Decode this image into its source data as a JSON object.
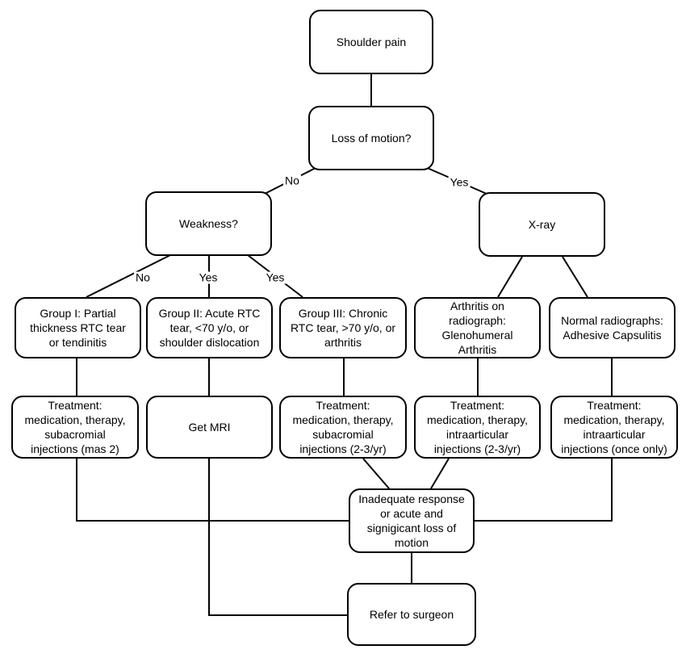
{
  "colors": {
    "line": "#000000",
    "background": "#ffffff",
    "text": "#000000"
  },
  "nodes": {
    "shoulder_pain": {
      "label": "Shoulder pain"
    },
    "loss_of_motion": {
      "label": "Loss of motion?"
    },
    "weakness": {
      "label": "Weakness?"
    },
    "xray": {
      "label": "X-ray"
    },
    "group1": {
      "label": "Group I: Partial\nthickness RTC tear\nor tendinitis"
    },
    "group2": {
      "label": "Group II: Acute RTC\ntear, <70 y/o, or\nshoulder dislocation"
    },
    "group3": {
      "label": "Group III: Chronic\nRTC tear, >70 y/o, or\narthritis"
    },
    "arthritis": {
      "label": "Arthritis on\nradiograph:\nGlenohumeral\nArthritis"
    },
    "normal_radiographs": {
      "label": "Normal radiographs:\nAdhesive Capsulitis"
    },
    "treatment_group1": {
      "label": "Treatment:\nmedication, therapy,\nsubacromial\ninjections (mas 2)"
    },
    "get_mri": {
      "label": "Get MRI"
    },
    "treatment_group3": {
      "label": "Treatment:\nmedication, therapy,\nsubacromial\ninjections (2-3/yr)"
    },
    "treatment_arthritis": {
      "label": "Treatment:\nmedication, therapy,\nintraarticular\ninjections (2-3/yr)"
    },
    "treatment_capsulitis": {
      "label": "Treatment:\nmedication, therapy,\nintraarticular\ninjections (once only)"
    },
    "inadequate_response": {
      "label": "Inadequate response\nor acute and\nsignigicant loss of\nmotion"
    },
    "refer_surgeon": {
      "label": "Refer to surgeon"
    }
  },
  "edge_labels": {
    "loss_no": "No",
    "loss_yes": "Yes",
    "weakness_no": "No",
    "weakness_yes_mid": "Yes",
    "weakness_yes_right": "Yes"
  }
}
